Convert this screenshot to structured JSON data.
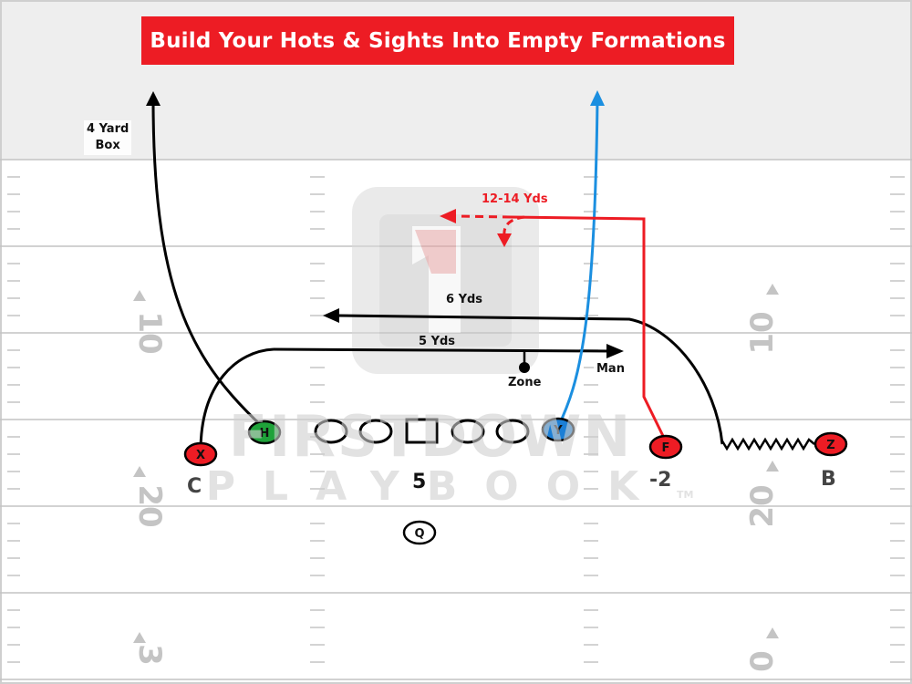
{
  "title": "Build Your Hots & Sights Into Empty Formations",
  "labels": {
    "four_yard_box": "4 Yard\nBox",
    "route_12_14": "12-14 Yds",
    "route_6": "6 Yds",
    "route_5": "5 Yds",
    "zone": "Zone",
    "man": "Man"
  },
  "players": {
    "x": "X",
    "h": "H",
    "y": "Y",
    "f": "F",
    "z": "Z",
    "q": "Q"
  },
  "alignments": {
    "c": "C",
    "five": "5",
    "minus_two": "-2",
    "b": "B"
  },
  "yard_numbers": {
    "left_upper": "10",
    "left_mid": "20",
    "left_low": "3",
    "right_upper": "10",
    "right_mid": "20",
    "right_low": "0"
  },
  "watermark": {
    "line1": "FIRSTDOWN",
    "line2": "PLAYBOOK",
    "tm": "TM"
  },
  "colors": {
    "banner": "#ed1c24",
    "x": "#ed1c24",
    "f": "#ed1c24",
    "z": "#ed1c24",
    "h": "#1fa23a",
    "y": "#1b7fd6",
    "route_red": "#ed1c24",
    "route_blue": "#1b8fe0",
    "route_black": "#000000",
    "field_lines": "#bdbdbd",
    "endzone": "#eeeeee"
  }
}
